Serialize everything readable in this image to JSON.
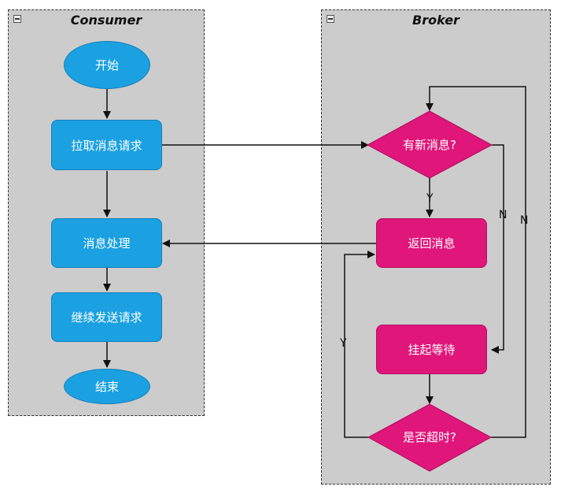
{
  "lanes": {
    "consumer": {
      "title": "Consumer"
    },
    "broker": {
      "title": "Broker"
    }
  },
  "nodes": {
    "start": "开始",
    "pull_request": "拉取消息请求",
    "process": "消息处理",
    "continue_send": "继续发送请求",
    "end": "结束",
    "has_new": "有新消息?",
    "return_msg": "返回消息",
    "suspend_wait": "挂起等待",
    "timeout": "是否超时?"
  },
  "edge_labels": {
    "y_down": "Y",
    "n_wait": "N",
    "n_loop": "N",
    "y_back": "Y"
  },
  "colors": {
    "blue": "#1ba1e2",
    "pink": "#e0167a",
    "lane": "#cccccc"
  }
}
